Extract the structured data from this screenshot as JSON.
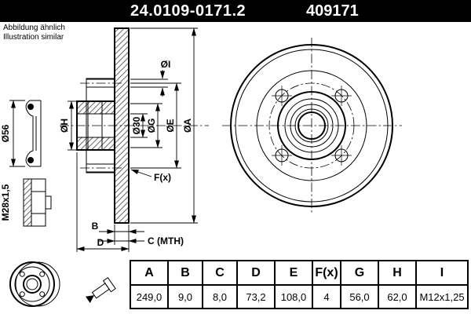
{
  "header": {
    "part_number": "24.0109-0171.2",
    "order_number": "409171"
  },
  "note": {
    "line1": "Abbildung ähnlich",
    "line2": "Illustration similar"
  },
  "drawing": {
    "labels": {
      "dia_i": "ØI",
      "dia_h": "ØH",
      "dia_30": "Ø30",
      "dia_g": "ØG",
      "dia_e": "ØE",
      "dia_a": "ØA",
      "f_x": "F(x)",
      "b": "B",
      "c_mth": "C (MTH)",
      "d": "D",
      "dia_56": "Ø56",
      "m28": "M28x1,5"
    },
    "icons": [
      "brake-disc-icon",
      "mounting-bolt-icon"
    ]
  },
  "table": {
    "headers": [
      "A",
      "B",
      "C",
      "D",
      "E",
      "F(x)",
      "G",
      "H",
      "I"
    ],
    "values": [
      "249,0",
      "9,0",
      "8,0",
      "73,2",
      "108,0",
      "4",
      "56,0",
      "62,0",
      "M12x1,25"
    ]
  },
  "colors": {
    "header_bg": "#000000",
    "header_text": "#ffffff",
    "line": "#000000",
    "background": "#ffffff"
  }
}
